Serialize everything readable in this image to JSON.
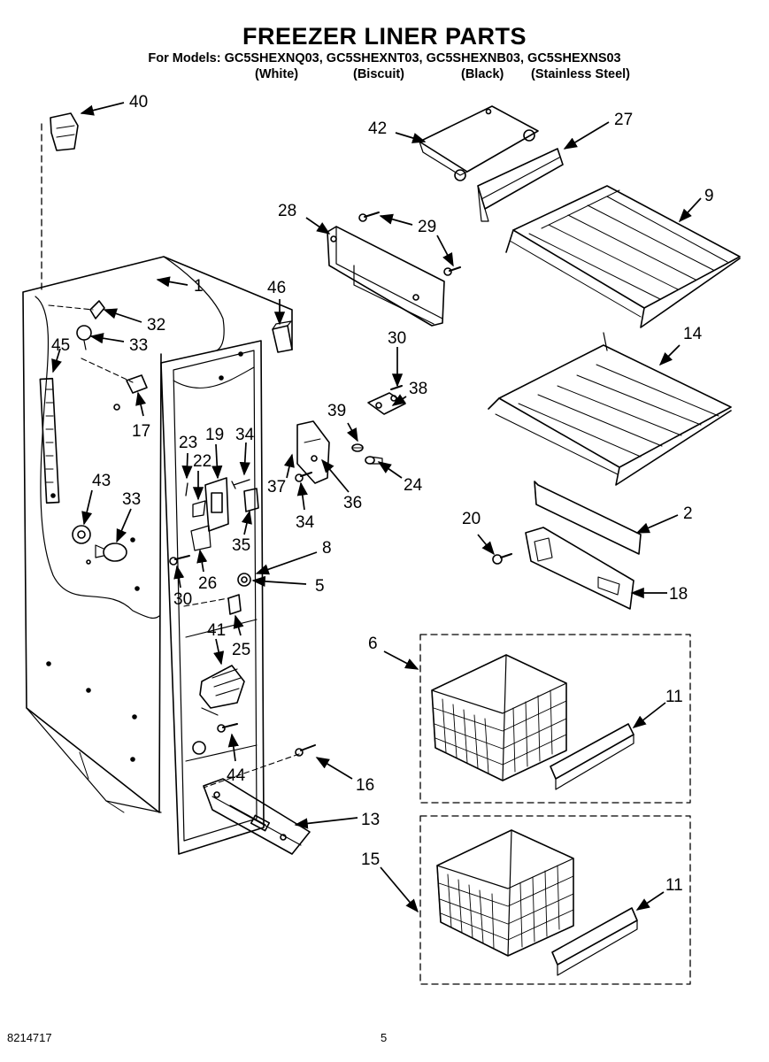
{
  "title": "FREEZER LINER PARTS",
  "models_line": "For Models: GC5SHEXNQ03, GC5SHEXNT03, GC5SHEXNB03, GC5SHEXNS03",
  "colors": [
    "(White)",
    "(Biscuit)",
    "(Black)",
    "(Stainless Steel)"
  ],
  "footer": {
    "doc_number": "8214717",
    "page_number": "5"
  },
  "callouts": [
    {
      "id": "c40",
      "text": "40"
    },
    {
      "id": "c42",
      "text": "42"
    },
    {
      "id": "c27",
      "text": "27"
    },
    {
      "id": "c28",
      "text": "28"
    },
    {
      "id": "c29",
      "text": "29"
    },
    {
      "id": "c9",
      "text": "9"
    },
    {
      "id": "c1",
      "text": "1"
    },
    {
      "id": "c46",
      "text": "46"
    },
    {
      "id": "c32",
      "text": "32"
    },
    {
      "id": "c33a",
      "text": "33"
    },
    {
      "id": "c45",
      "text": "45"
    },
    {
      "id": "c30a",
      "text": "30"
    },
    {
      "id": "c14",
      "text": "14"
    },
    {
      "id": "c38",
      "text": "38"
    },
    {
      "id": "c17",
      "text": "17"
    },
    {
      "id": "c39",
      "text": "39"
    },
    {
      "id": "c23",
      "text": "23"
    },
    {
      "id": "c19",
      "text": "19"
    },
    {
      "id": "c34a",
      "text": "34"
    },
    {
      "id": "c22",
      "text": "22"
    },
    {
      "id": "c37",
      "text": "37"
    },
    {
      "id": "c36",
      "text": "36"
    },
    {
      "id": "c24",
      "text": "24"
    },
    {
      "id": "c43",
      "text": "43"
    },
    {
      "id": "c33b",
      "text": "33"
    },
    {
      "id": "c34b",
      "text": "34"
    },
    {
      "id": "c2",
      "text": "2"
    },
    {
      "id": "c20",
      "text": "20"
    },
    {
      "id": "c35",
      "text": "35"
    },
    {
      "id": "c8",
      "text": "8"
    },
    {
      "id": "c26",
      "text": "26"
    },
    {
      "id": "c5",
      "text": "5"
    },
    {
      "id": "c18",
      "text": "18"
    },
    {
      "id": "c30b",
      "text": "30"
    },
    {
      "id": "c41",
      "text": "41"
    },
    {
      "id": "c25",
      "text": "25"
    },
    {
      "id": "c6",
      "text": "6"
    },
    {
      "id": "c11a",
      "text": "11"
    },
    {
      "id": "c44",
      "text": "44"
    },
    {
      "id": "c16",
      "text": "16"
    },
    {
      "id": "c13",
      "text": "13"
    },
    {
      "id": "c15",
      "text": "15"
    },
    {
      "id": "c11b",
      "text": "11"
    }
  ]
}
